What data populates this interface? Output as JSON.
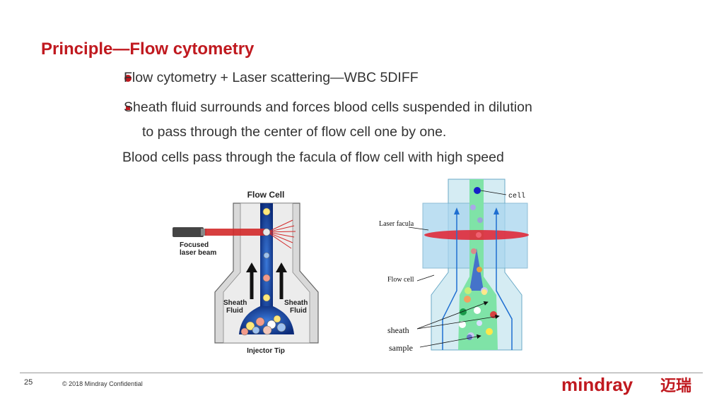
{
  "slide": {
    "title": "Principle—Flow cytometry",
    "bullet1": "Flow cytometry + Laser scattering—WBC 5DIFF",
    "bullet2_line1": "Sheath fluid surrounds and forces blood cells suspended in dilution",
    "bullet2_line2": "to pass through the center of flow cell one by one.",
    "line3": "Blood cells pass through the facula of flow cell with high speed"
  },
  "left_figure": {
    "title": "Flow Cell",
    "laser_label_1": "Focused",
    "laser_label_2": "laser beam",
    "sheath_left_1": "Sheath",
    "sheath_left_2": "Fluid",
    "sheath_right_1": "Sheath",
    "sheath_right_2": "Fluid",
    "injector": "Injector Tip"
  },
  "right_figure": {
    "cell": "cell",
    "laser": "Laser facula",
    "flow_cell": "Flow cell",
    "sheath": "sheath",
    "sample": "sample"
  },
  "footer": {
    "page": "25",
    "copyright": "© 2018 Mindray Confidential",
    "logo_latin": "mindray",
    "logo_cn": "迈瑞"
  },
  "colors": {
    "accent": "#c0191f"
  }
}
